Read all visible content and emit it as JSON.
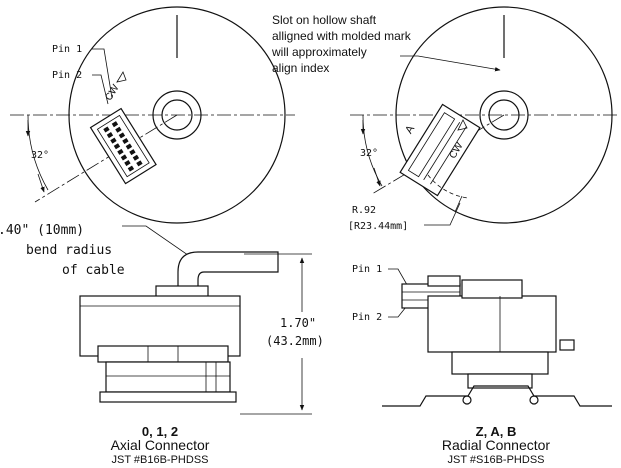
{
  "top_left": {
    "pin1_label": "Pin 1",
    "pin2_label": "Pin 2",
    "angle_label": "32°",
    "cw_mark": "CW"
  },
  "top_right": {
    "note_lines": [
      "Slot on hollow shaft",
      "alligned with molded mark",
      "will approximately",
      "align index"
    ],
    "angle_label": "32°",
    "radius_label": "R.92",
    "radius_metric_label": "[R23.44mm]",
    "cw_mark": "CW",
    "connector_letter": "A"
  },
  "bottom_left": {
    "bend_note_lines": [
      ".40\"  (10mm)",
      "bend radius",
      "of cable"
    ],
    "height_label": "1.70\"",
    "height_metric_label": "(43.2mm)",
    "caption_title": "0, 1, 2",
    "caption_sub": "Axial Connector",
    "caption_part": "JST #B16B-PHDSS"
  },
  "bottom_right": {
    "pin1_label": "Pin 1",
    "pin2_label": "Pin 2",
    "caption_title": "Z, A, B",
    "caption_sub": "Radial Connector",
    "caption_part": "JST #S16B-PHDSS"
  }
}
